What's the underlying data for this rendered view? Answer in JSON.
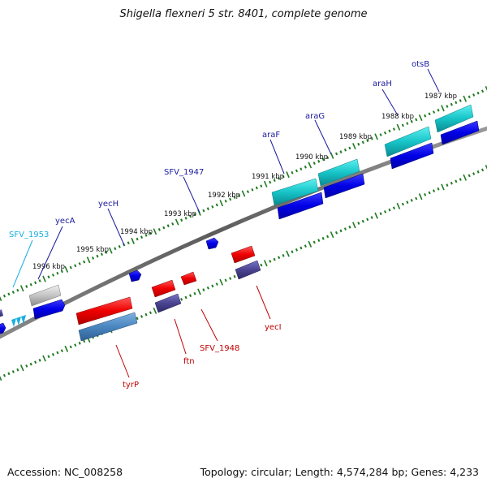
{
  "title": "Shigella flexneri 5 str. 8401, complete genome",
  "footer": {
    "accession": "Accession: NC_008258",
    "summary": "Topology: circular; Length: 4,574,284 bp; Genes: 4,233"
  },
  "colors": {
    "backbone": "#6f6f6f",
    "ticks": "#1f7a1f",
    "tick_label": "#111111",
    "gene_label_blue": "#1a1aa0",
    "gene_label_cyan": "#19aee0",
    "gene_label_red": "#c00000"
  },
  "kbp_labels": [
    "1987 kbp",
    "1988 kbp",
    "1989 kbp",
    "1990 kbp",
    "1991 kbp",
    "1992 kbp",
    "1993 kbp",
    "1994 kbp",
    "1995 kbp",
    "1996 kbp"
  ],
  "gene_labels": {
    "otsB": "otsB",
    "araH": "araH",
    "araG": "araG",
    "araF": "araF",
    "SFV_1947": "SFV_1947",
    "yecH": "yecH",
    "yecA": "yecA",
    "SFV_1953": "SFV_1953",
    "tyrP": "tyrP",
    "ftn": "ftn",
    "SFV_1948": "SFV_1948",
    "yecI": "yecI"
  }
}
